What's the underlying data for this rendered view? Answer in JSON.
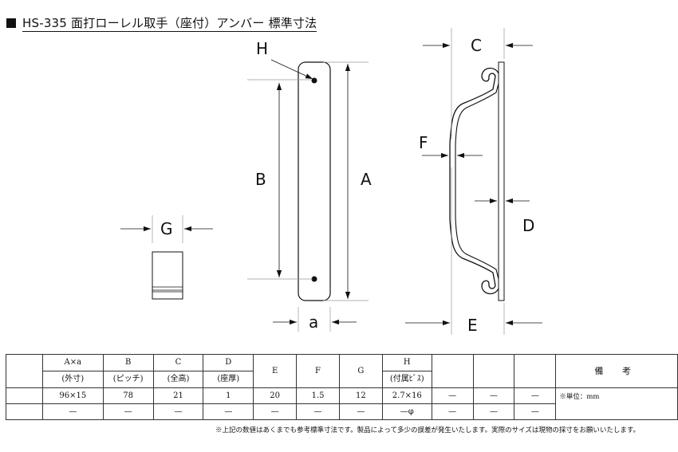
{
  "title": {
    "marker": "■",
    "text": "HS-335 面打ローレル取手（座付）アンバー 標準寸法"
  },
  "labels": {
    "H": "H",
    "B": "B",
    "A": "A",
    "a": "a",
    "G": "G",
    "C": "C",
    "F": "F",
    "D": "D",
    "E": "E"
  },
  "table": {
    "headers": [
      {
        "top": "A×a",
        "bottom": "(外寸)"
      },
      {
        "top": "B",
        "bottom": "(ピッチ)"
      },
      {
        "top": "C",
        "bottom": "(全高)"
      },
      {
        "top": "D",
        "bottom": "(座厚)"
      },
      {
        "top": "E",
        "bottom": ""
      },
      {
        "top": "F",
        "bottom": ""
      },
      {
        "top": "G",
        "bottom": ""
      },
      {
        "top": "H",
        "bottom": "(付属ﾋﾞｽ)"
      },
      {
        "top": "",
        "bottom": ""
      },
      {
        "top": "",
        "bottom": ""
      },
      {
        "top": "",
        "bottom": ""
      }
    ],
    "notes_header": "備 考",
    "rows": [
      [
        "96×15",
        "78",
        "21",
        "1",
        "20",
        "1.5",
        "12",
        "2.7×16",
        "—",
        "—",
        "—"
      ],
      [
        "—",
        "—",
        "—",
        "—",
        "—",
        "—",
        "—",
        "—φ",
        "—",
        "—",
        "—"
      ]
    ],
    "notes": "※単位：mm"
  },
  "footnote": "※上記の数値はあくまでも参考標準寸法です。製品によって多少の誤差が発生いたします。実際のサイズは現物の採寸をお願いいたします。"
}
